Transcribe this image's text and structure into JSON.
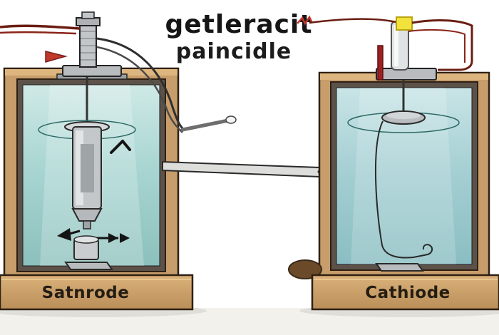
{
  "title": {
    "line1": "getleracit",
    "line2": "paincidle"
  },
  "cells": {
    "left": {
      "base_label": "Satnrode"
    },
    "right": {
      "base_label": "Cathiode"
    }
  },
  "icons": {
    "flow_arrows": "double-right-arrow",
    "drop_arrow": "left-arrow",
    "spark": "red-squiggle"
  },
  "palette": {
    "wood": "#c79d6b",
    "wood_light": "#ddb57e",
    "wood_dark": "#7a5c3a",
    "water_left": "#a9d6d2",
    "water_right": "#a3ced2",
    "metal": "#c3c7c9",
    "wire_dark": "#333333",
    "wire_red": "#6b1d12",
    "accent_red": "#c0392b",
    "component_yellow": "#f2e23c",
    "outline": "#2a2a2a"
  }
}
